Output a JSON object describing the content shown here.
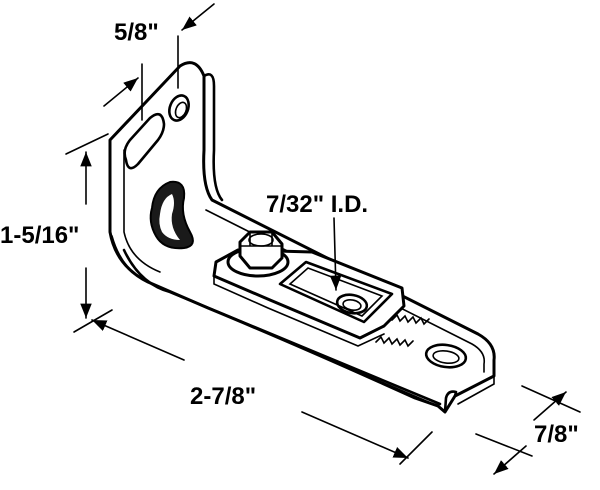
{
  "dimensions": {
    "slot_width": "5/8\"",
    "hole_id": "7/32\" I.D.",
    "height": "1-5/16\"",
    "length": "2-7/8\"",
    "width": "7/8\""
  },
  "colors": {
    "line": "#000000",
    "fill": "#ffffff",
    "shade": "#1a1a1a"
  }
}
